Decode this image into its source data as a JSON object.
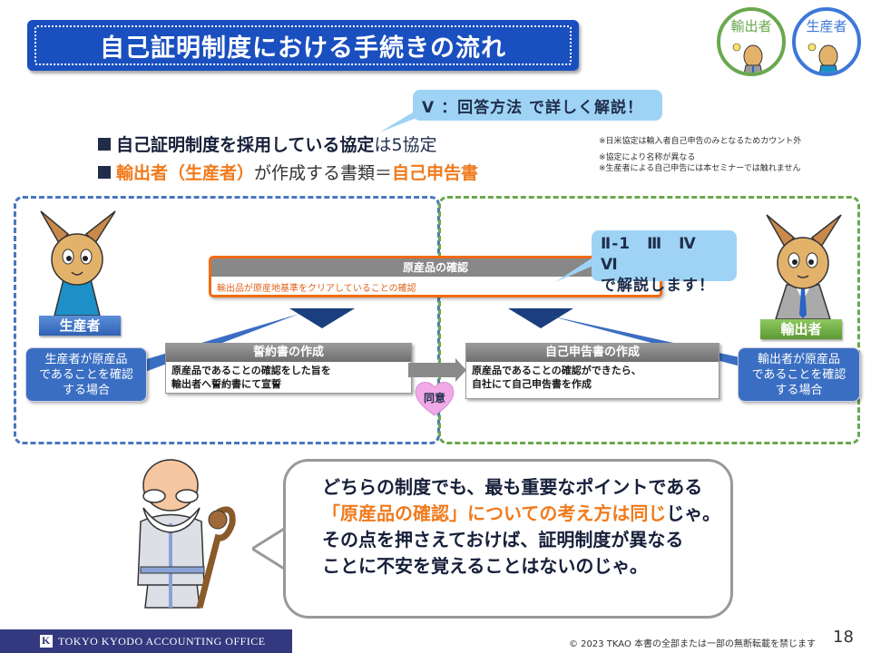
{
  "title": "自己証明制度における手続きの流れ",
  "badges": [
    {
      "label": "輸出者",
      "color": "#6aa84f"
    },
    {
      "label": "生産者",
      "color": "#3c78d8"
    }
  ],
  "callout_top": "V ：回答方法 で詳しく解説！",
  "bullets": {
    "b1_strong": "自己証明制度を採用している協定",
    "b1_rest": "は5協定",
    "b2_orange": "輸出者（生産者）",
    "b2_mid": "が作成する書類＝",
    "b2_orange2": "自己申告書"
  },
  "notes": [
    "※日米協定は輸入者自己申告のみとなるためカウント外",
    "※協定により名称が異なる",
    "※生産者による自己申告には本セミナーでは触れません"
  ],
  "origin_check": {
    "heading": "原産品の確認",
    "body": "輸出品が原産地基準をクリアしていることの確認"
  },
  "callout_mid": {
    "line1": "Ⅱ-1　Ⅲ　Ⅳ　Ⅵ",
    "line2": "で解説します！"
  },
  "roles": {
    "producer": "生産者",
    "exporter": "輸出者"
  },
  "producer_case": [
    "生産者が原産品",
    "であることを確認",
    "する場合"
  ],
  "exporter_case": [
    "輸出者が原産品",
    "であることを確認",
    "する場合"
  ],
  "pledge": {
    "heading": "誓約書の作成",
    "lines": [
      "原産品であることの確認をした旨を",
      "輸出者へ誓約書にて宣誓"
    ]
  },
  "self_declaration": {
    "heading": "自己申告書の作成",
    "lines": [
      "原産品であることの確認ができたら、",
      "自社にて自己申告書を作成"
    ]
  },
  "consent": "同意",
  "speech": {
    "line1": "どちらの制度でも、最も重要なポイントである",
    "line2_orange": "「原産品の確認」についての考え方は同じ",
    "line2_rest": "じゃ。",
    "line3": "その点を押さえておけば、証明制度が異なる",
    "line4": "ことに不安を覚えることはないのじゃ。"
  },
  "footer": {
    "company": "TOKYO KYODO ACCOUNTING OFFICE",
    "copyright": "© 2023 TKAO 本書の全部または一部の無断転載を禁じます",
    "page": "18"
  }
}
